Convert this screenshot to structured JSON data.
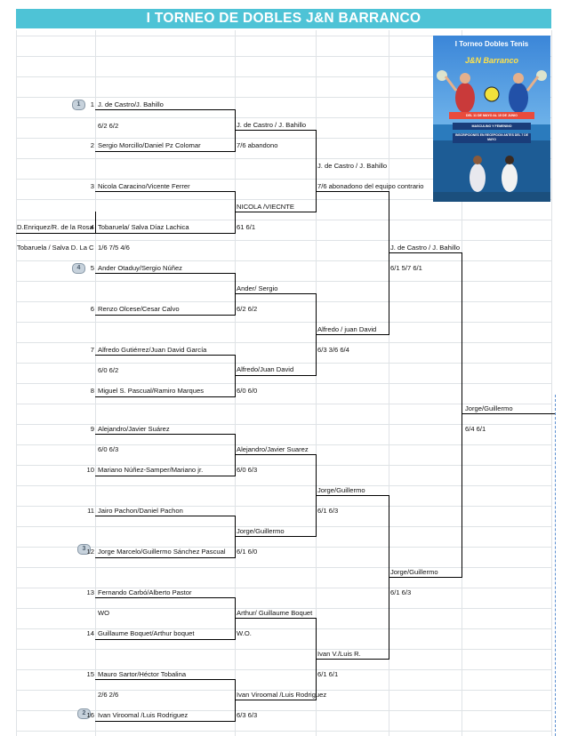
{
  "title": "I TORNEO DE DOBLES J&N BARRANCO",
  "poster": {
    "title": "I Torneo Dobles Tenis",
    "subtitle": "J&N Barranco",
    "ribbon_dates": "DEL 11 DE MAYO AL 15 DE JUNIO",
    "ribbon_categories": "MASCULINO Y FEMENINO",
    "ribbon_signup": "INSCRIPCIONES EN RECEPCION ANTES DEL 7 DE MAYO",
    "accent": "#ffe24a",
    "background": "#2f6fc0"
  },
  "seeds": [
    {
      "label": "1",
      "color": "#8797a6"
    },
    {
      "label": "4",
      "color": "#8797a6"
    },
    {
      "label": "3",
      "color": "#8797a6"
    },
    {
      "label": "2",
      "color": "#8797a6"
    }
  ],
  "round1": [
    {
      "number": "1",
      "pair": "J. de Castro/J. Bahillo"
    },
    {
      "number": "2",
      "pair": "Sergio Morcillo/Daniel Pz Colomar"
    },
    {
      "number": "3",
      "pair": "Nicola Caracino/Vicente Ferrer"
    },
    {
      "number": "4",
      "pair": "Tobaruela/ Salva Díaz Lachica"
    },
    {
      "number": "5",
      "pair": "Ander Otaduy/Sergio Núñez"
    },
    {
      "number": "6",
      "pair": "Renzo Olcese/Cesar Calvo"
    },
    {
      "number": "7",
      "pair": "Alfredo Gutiérrez/Juan David García"
    },
    {
      "number": "8",
      "pair": "Miguel S. Pascual/Ramiro Marques"
    },
    {
      "number": "9",
      "pair": "Alejandro/Javier Suárez"
    },
    {
      "number": "10",
      "pair": "Mariano Núñez-Samper/Mariano jr."
    },
    {
      "number": "11",
      "pair": "Jairo Pachon/Daniel Pachon"
    },
    {
      "number": "12",
      "pair": "Jorge Marcelo/Guillermo Sánchez Pascual"
    },
    {
      "number": "13",
      "pair": "Fernando Carbó/Alberto Pastor"
    },
    {
      "number": "14",
      "pair": "Guillaume Boquet/Arthur boquet"
    },
    {
      "number": "15",
      "pair": "Mauro Sartor/Héctor Tobalina"
    },
    {
      "number": "16",
      "pair": "Ivan Viroomal /Luis Rodriguez"
    }
  ],
  "round1_scores": [
    "6/2 6/2",
    "",
    "1/6 7/5 4/6",
    "",
    "6/0 6/2",
    "6/0 6/3",
    "",
    "WO",
    "2/6 2/6"
  ],
  "prelim": {
    "pair": "D.Enriquez/R. de la Rosa",
    "opponent": "Tobaruela / Salva D. La C"
  },
  "round2": [
    {
      "pair": "J. de Castro / J. Bahillo",
      "score": "7/6 abandono"
    },
    {
      "pair": "NICOLA /VIECNTE",
      "score": "61 6/1"
    },
    {
      "pair": "Ander/ Sergio",
      "score": "6/2 6/2"
    },
    {
      "pair": "Alfredo/Juan David",
      "score": "6/0 6/0"
    },
    {
      "pair": "Alejandro/Javier Suarez",
      "score": "6/0 6/3"
    },
    {
      "pair": "Jorge/Guillermo",
      "score": "6/1 6/0"
    },
    {
      "pair": "Arthur/ Guillaume Boquet",
      "score": "W.O."
    },
    {
      "pair": "Ivan Viroomal /Luis Rodriguez",
      "score": "6/3 6/3"
    }
  ],
  "quarterfinals": [
    {
      "pair": "J. de Castro / J. Bahillo",
      "score": "7/6 abonadono del equipo contrario"
    },
    {
      "pair": "Alfredo / juan David",
      "score": "6/3 3/6 6/4"
    },
    {
      "pair": "Jorge/Guillermo",
      "score": "6/1 6/3"
    },
    {
      "pair": "Ivan V./Luis R.",
      "score": "6/1 6/1"
    }
  ],
  "semifinals": [
    {
      "pair": "J. de Castro / J. Bahillo",
      "score": "6/1 5/7 6/1"
    },
    {
      "pair": "Jorge/Guillermo",
      "score": "6/1 6/3"
    }
  ],
  "final": {
    "pair": "Jorge/Guillermo",
    "score": "6/4 6/1"
  }
}
